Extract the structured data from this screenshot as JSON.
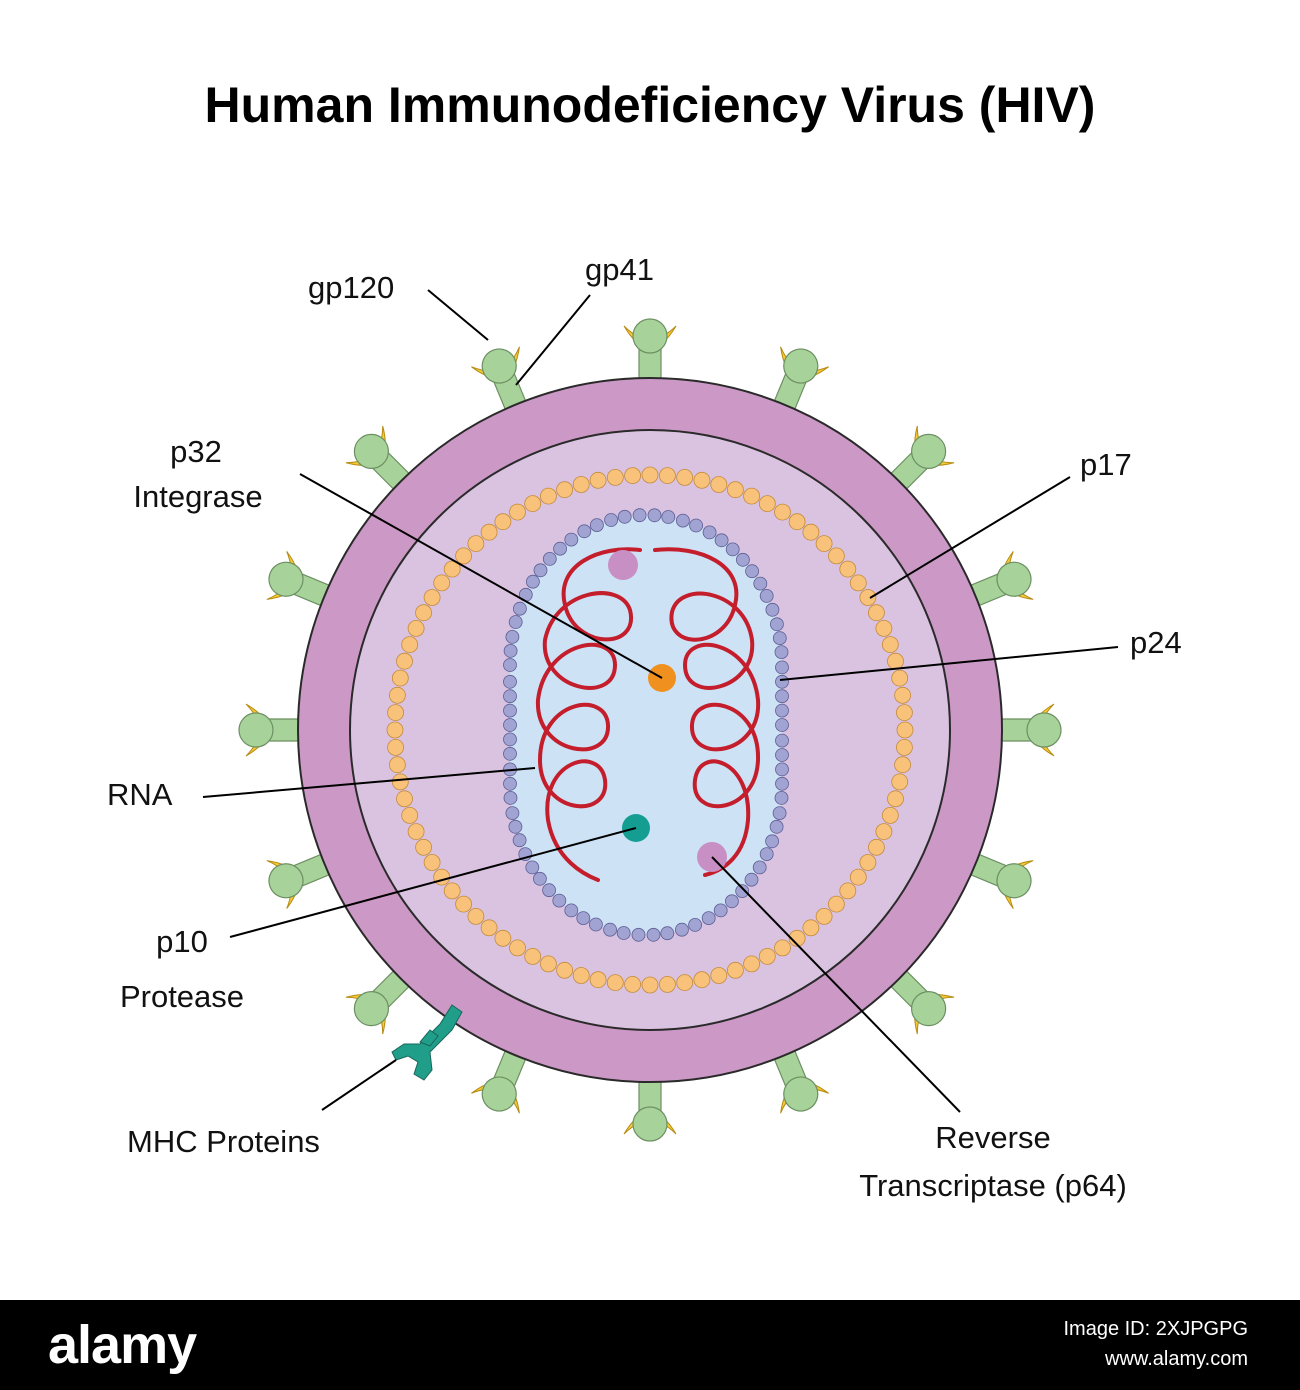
{
  "title": "Human Immunodeficiency Virus (HIV)",
  "labels": {
    "gp120": "gp120",
    "gp41": "gp41",
    "p32_line1": "p32",
    "p32_line2": "Integrase",
    "p17": "p17",
    "p24": "p24",
    "rna": "RNA",
    "p10_line1": "p10",
    "p10_line2": "Protease",
    "mhc": "MHC Proteins",
    "rt_line1": "Reverse",
    "rt_line2": "Transcriptase (p64)"
  },
  "footer": {
    "brand": "alamy",
    "image_id": "Image ID: 2XJPGPG",
    "url": "www.alamy.com"
  },
  "colors": {
    "envelope": "#cc99c7",
    "matrix": "#d9c3e0",
    "capsid_interior": "#cde2f5",
    "matrix_beads": "#f9c27b",
    "capsid_beads": "#a1a3d3",
    "stalk": "#a7d39a",
    "gp120_cap": "#f6c936",
    "rna": "#c41e2c",
    "integrase": "#f0901e",
    "protease": "#149e92",
    "reverse_transcriptase": "#c88fc4",
    "mhc": "#209e8a"
  }
}
